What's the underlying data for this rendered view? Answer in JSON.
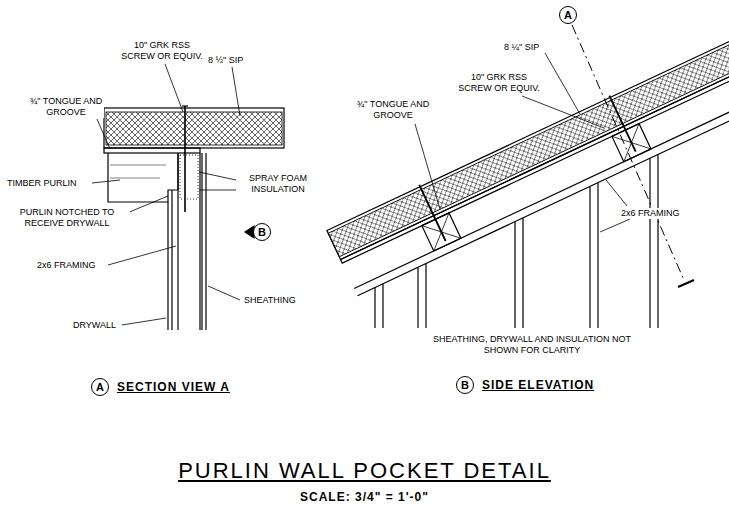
{
  "diagram": {
    "title": "PURLIN WALL POCKET DETAIL",
    "caption": "SCALE: 3/4\" = 1'-0\"",
    "nodes": [
      {
        "text": [
          "A"
        ]
      },
      {
        "text": [
          "B"
        ]
      },
      {
        "text": [
          "A"
        ]
      },
      {
        "text": [
          "B"
        ]
      }
    ],
    "labels": [
      "10\" GRK RSS SCREW OR EQUIV.",
      "8 ½\" SIP",
      "¾\" TONGUE AND GROOVE",
      "TIMBER PURLIN",
      "PURLIN NOTCHED TO RECEIVE DRYWALL",
      "SPRAY FOAM INSULATION",
      "2x6 FRAMING",
      "SHEATHING",
      "DRYWALL",
      "SECTION VIEW A",
      "8 ¼\" SIP",
      "10\" GRK RSS SCREW OR EQUIV.",
      "¾\" TONGUE AND GROOVE",
      "2x6 FRAMING",
      "SHEATHING, DRYWALL AND INSULATION NOT SHOWN FOR CLARITY",
      "SIDE ELEVATION"
    ]
  }
}
